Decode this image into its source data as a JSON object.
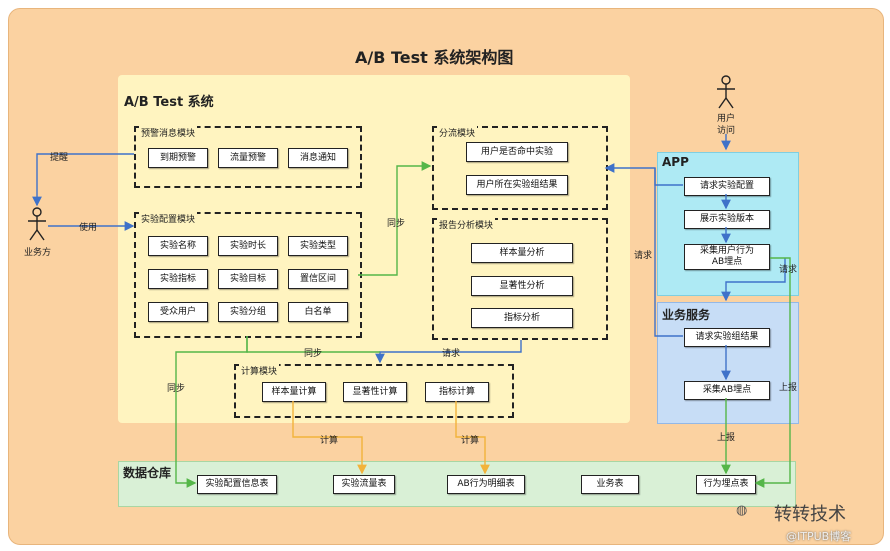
{
  "title": "A/B Test 系统架构图",
  "ab_system": {
    "title": "A/B Test 系统",
    "alert_module": {
      "label": "预警消息模块",
      "items": [
        "到期预警",
        "流量预警",
        "消息通知"
      ]
    },
    "config_module": {
      "label": "实验配置模块",
      "items": [
        "实验名称",
        "实验时长",
        "实验类型",
        "实验指标",
        "实验目标",
        "置信区间",
        "受众用户",
        "实验分组",
        "白名单"
      ]
    },
    "shunt_module": {
      "label": "分流模块",
      "items": [
        "用户是否命中实验",
        "用户所在实验组结果"
      ]
    },
    "report_module": {
      "label": "报告分析模块",
      "items": [
        "样本量分析",
        "显著性分析",
        "指标分析"
      ]
    },
    "compute_module": {
      "label": "计算模块",
      "items": [
        "样本量计算",
        "显著性计算",
        "指标计算"
      ]
    }
  },
  "app": {
    "title": "APP",
    "items": [
      "请求实验配置",
      "展示实验版本",
      "采集用户行为\nAB埋点"
    ]
  },
  "service": {
    "title": "业务服务",
    "items": [
      "请求实验组结果",
      "采集AB埋点"
    ]
  },
  "warehouse": {
    "title": "数据仓库",
    "items": [
      "实验配置信息表",
      "实验流量表",
      "AB行为明细表",
      "业务表",
      "行为埋点表"
    ]
  },
  "actors": {
    "business": "业务方",
    "user": "用户",
    "visit": "访问"
  },
  "edges": {
    "remind": "提醒",
    "use": "使用",
    "sync1": "同步",
    "sync2": "同步",
    "sync3": "同步",
    "request1": "请求",
    "request2": "请求",
    "request3": "请求",
    "report1": "上报",
    "report2": "上报",
    "compute1": "计算",
    "compute2": "计算"
  },
  "watermark": {
    "brand": "转转技术",
    "blog": "@ITPUB博客"
  },
  "colors": {
    "background": "#fbd2a1",
    "ab_system": "#fff4c0",
    "app": "#aeeaf4",
    "service": "#c7ddf6",
    "warehouse": "#d9f0d6",
    "blue_arrow": "#3f72c9",
    "green_arrow": "#55b649",
    "orange_arrow": "#f2b33b"
  }
}
